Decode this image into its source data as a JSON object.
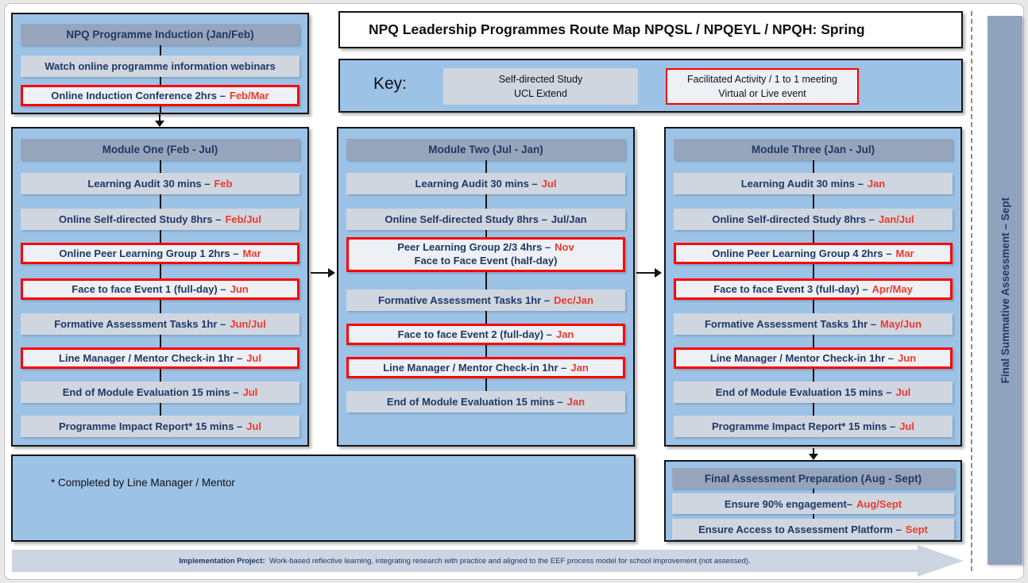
{
  "title": "NPQ Leadership Programmes Route Map NPQSL / NPQEYL / NPQH: Spring",
  "key": {
    "label": "Key:",
    "self_directed": {
      "line1": "Self-directed Study",
      "line2": "UCL Extend"
    },
    "facilitated": {
      "line1": "Facilitated Activity / 1 to 1 meeting",
      "line2": "Virtual or Live event"
    }
  },
  "induction": {
    "header": "NPQ Programme Induction (Jan/Feb)",
    "rows": [
      {
        "label": "Watch online programme information webinars",
        "date": "",
        "date_red": false,
        "style": "grey"
      },
      {
        "label": "Online Induction Conference 2hrs –",
        "date": "Feb/Mar",
        "date_red": true,
        "style": "red"
      }
    ]
  },
  "modules": [
    {
      "header": "Module One (Feb - Jul)",
      "rows": [
        {
          "label": "Learning Audit 30 mins –",
          "date": "Feb",
          "date_red": true,
          "style": "grey"
        },
        {
          "label": "Online Self-directed Study 8hrs –",
          "date": "Feb/Jul",
          "date_red": true,
          "style": "grey"
        },
        {
          "label": "Online Peer Learning Group 1 2hrs –",
          "date": "Mar",
          "date_red": true,
          "style": "red"
        },
        {
          "label": "Face to face Event 1 (full-day) –",
          "date": "Jun",
          "date_red": true,
          "style": "red"
        },
        {
          "label": "Formative Assessment Tasks 1hr –",
          "date": "Jun/Jul",
          "date_red": true,
          "style": "grey"
        },
        {
          "label": "Line Manager / Mentor Check-in 1hr –",
          "date": "Jul",
          "date_red": true,
          "style": "red"
        },
        {
          "label": "End of Module Evaluation 15 mins –",
          "date": "Jul",
          "date_red": true,
          "style": "grey"
        },
        {
          "label": "Programme Impact Report* 15 mins –",
          "date": "Jul",
          "date_red": true,
          "style": "grey"
        }
      ]
    },
    {
      "header": "Module Two (Jul - Jan)",
      "rows": [
        {
          "label": "Learning Audit 30 mins –",
          "date": "Jul",
          "date_red": true,
          "style": "grey"
        },
        {
          "label": "Online Self-directed Study 8hrs –",
          "date": "Jul/Jan",
          "date_red": false,
          "style": "grey"
        },
        {
          "label": "Peer Learning Group 2/3 4hrs  –",
          "date": "Nov",
          "date_red": true,
          "style": "red",
          "line2": "Face to Face Event (half-day)",
          "tall": true
        },
        {
          "label": "Formative Assessment Tasks 1hr –",
          "date": "Dec/Jan",
          "date_red": true,
          "style": "grey"
        },
        {
          "label": "Face to face Event 2 (full-day) –",
          "date": "Jan",
          "date_red": true,
          "style": "red"
        },
        {
          "label": "Line Manager / Mentor Check-in 1hr –",
          "date": "Jan",
          "date_red": true,
          "style": "red"
        },
        {
          "label": "End of Module Evaluation 15 mins –",
          "date": "Jan",
          "date_red": true,
          "style": "grey"
        }
      ]
    },
    {
      "header": "Module Three (Jan - Jul)",
      "rows": [
        {
          "label": "Learning Audit 30 mins –",
          "date": "Jan",
          "date_red": true,
          "style": "grey"
        },
        {
          "label": "Online Self-directed Study 8hrs –",
          "date": "Jan/Jul",
          "date_red": true,
          "style": "grey"
        },
        {
          "label": "Online Peer Learning Group 4 2hrs –",
          "date": "Mar",
          "date_red": true,
          "style": "red"
        },
        {
          "label": "Face to face Event 3 (full-day) –",
          "date": "Apr/May",
          "date_red": true,
          "style": "red"
        },
        {
          "label": "Formative Assessment Tasks 1hr –",
          "date": "May/Jun",
          "date_red": true,
          "style": "grey"
        },
        {
          "label": "Line Manager / Mentor Check-in 1hr –",
          "date": "Jun",
          "date_red": true,
          "style": "red"
        },
        {
          "label": "End of Module Evaluation 15 mins –",
          "date": "Jul",
          "date_red": true,
          "style": "grey"
        },
        {
          "label": "Programme Impact Report* 15 mins –",
          "date": "Jul",
          "date_red": true,
          "style": "grey"
        }
      ]
    }
  ],
  "final_assessment": {
    "header": "Final Assessment Preparation (Aug - Sept)",
    "rows": [
      {
        "label": "Ensure 90% engagement–",
        "date": "Aug/Sept",
        "date_red": true,
        "style": "grey"
      },
      {
        "label": "Ensure Access to Assessment Platform –",
        "date": "Sept",
        "date_red": true,
        "style": "grey"
      }
    ]
  },
  "footnote": "* Completed by Line Manager / Mentor",
  "summative_bar": "Final Summative Assessment – Sept",
  "implementation": {
    "bold": "Implementation Project:",
    "rest": " Work-based reflective learning, integrating research with practice and aligned to the EEF process model for school improvement (not assessed)."
  },
  "colors": {
    "panel_blue": "#9CC2E6",
    "header_band": "#97A5BC",
    "row_grey": "#CFD6E0",
    "row_light": "#EDF1F6",
    "red_border": "#FE0000",
    "date_red": "#EF3A2D",
    "navy_text": "#1F3864"
  }
}
